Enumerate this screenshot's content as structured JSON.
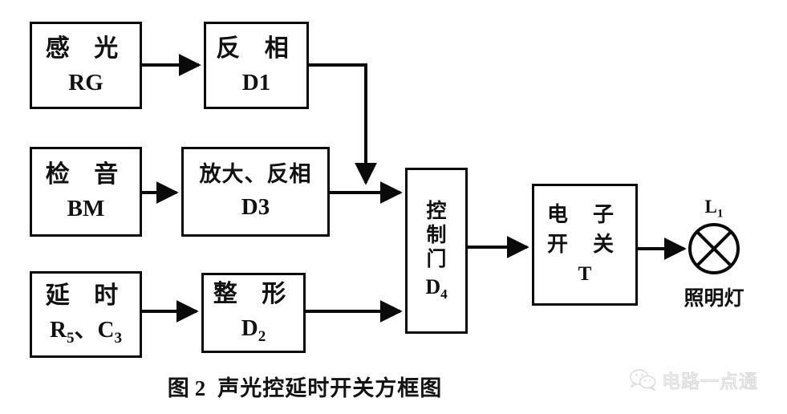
{
  "figure": {
    "caption_prefix": "图",
    "caption_number": "2",
    "caption_text": "声光控延时开关方框图"
  },
  "blocks": [
    {
      "id": "rg",
      "name": "photosensor-block",
      "line1": "感 光",
      "line2": "RG",
      "sub2": ""
    },
    {
      "id": "d1",
      "name": "inverter-block",
      "line1": "反 相",
      "line2": "D1",
      "sub2": ""
    },
    {
      "id": "bm",
      "name": "sound-detector-block",
      "line1": "检 音",
      "line2": "BM",
      "sub2": ""
    },
    {
      "id": "d3",
      "name": "amplifier-inverter-block",
      "line1": "放大、反相",
      "line2": "D3",
      "sub2": ""
    },
    {
      "id": "delay",
      "name": "delay-block",
      "line1": "延 时",
      "line2": "R",
      "sub2": "5、C3"
    },
    {
      "id": "d2",
      "name": "shaping-block",
      "line1": "整 形",
      "line2": "D",
      "sub2": "2"
    },
    {
      "id": "gate",
      "name": "control-gate-block",
      "line1": "控",
      "line2": "D",
      "sub2": "4"
    },
    {
      "id": "switch",
      "name": "electronic-switch-block",
      "line1": "电 子",
      "line2": "开 关",
      "sub2": ""
    }
  ],
  "gate": {
    "char1": "控",
    "char2": "制",
    "char3": "门",
    "label": "D",
    "label_sub": "4"
  },
  "switch_block": {
    "line1": "电 子",
    "line2": "开 关",
    "line3": "T"
  },
  "delay_block": {
    "line1": "延 时",
    "line2_main": "R",
    "line2_sub1": "5",
    "line2_mid": "、C",
    "line2_sub2": "3"
  },
  "shaping_block": {
    "line1": "整 形",
    "line2_main": "D",
    "line2_sub": "2"
  },
  "lamp": {
    "name": "illumination-lamp",
    "designator": "L",
    "designator_sub": "1",
    "caption": "照明灯",
    "icon": "lamp-cross-circle-icon"
  },
  "watermark": {
    "icon": "wechat-icon",
    "text": "电路一点通"
  },
  "colors": {
    "line": "#0a0a0a",
    "text": "#111111",
    "background": "#ffffff",
    "watermark": "#b9b9b9"
  }
}
